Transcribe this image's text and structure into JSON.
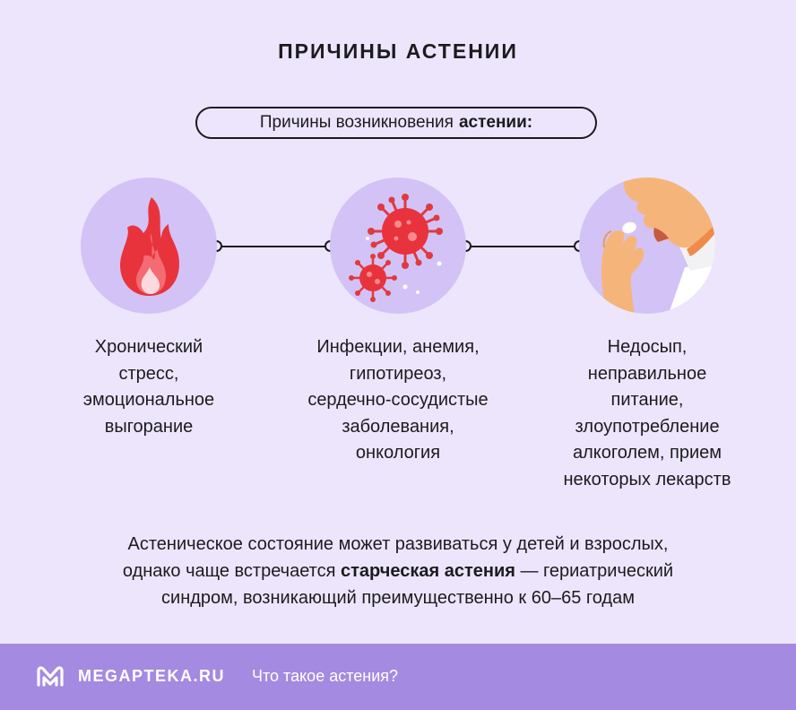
{
  "title": "ПРИЧИНЫ АСТЕНИИ",
  "subtitle": {
    "normal": "Причины возникновения",
    "bold": "астении:"
  },
  "icons": [
    "flame-icon",
    "virus-icon",
    "pill-person-icon"
  ],
  "causes": [
    {
      "lines": [
        "Хронический",
        "стресс,",
        "эмоциональное",
        "выгорание"
      ]
    },
    {
      "lines": [
        "Инфекции, анемия,",
        "гипотиреоз,",
        "сердечно-сосудистые",
        "заболевания,",
        "онкология"
      ]
    },
    {
      "lines": [
        "Недосып,",
        "неправильное",
        "питание,",
        "злоупотребление",
        "алкоголем, прием",
        "некоторых лекарств"
      ]
    }
  ],
  "paragraph": {
    "line1": "Астеническое состояние может развиваться у детей и взрослых,",
    "line2_before": "однако чаще встречается ",
    "line2_bold": "старческая астения",
    "line2_after": " — гериатрический",
    "line3": "синдром, возникающий преимущественно к 60–65 годам"
  },
  "footer": {
    "brand": "MEGAPTEKA.RU",
    "link": "Что такое астения?"
  },
  "colors": {
    "background": "#ede5fb",
    "circle": "#d3c2f6",
    "footer": "#a48ae0",
    "accent_red": "#e8333c"
  }
}
